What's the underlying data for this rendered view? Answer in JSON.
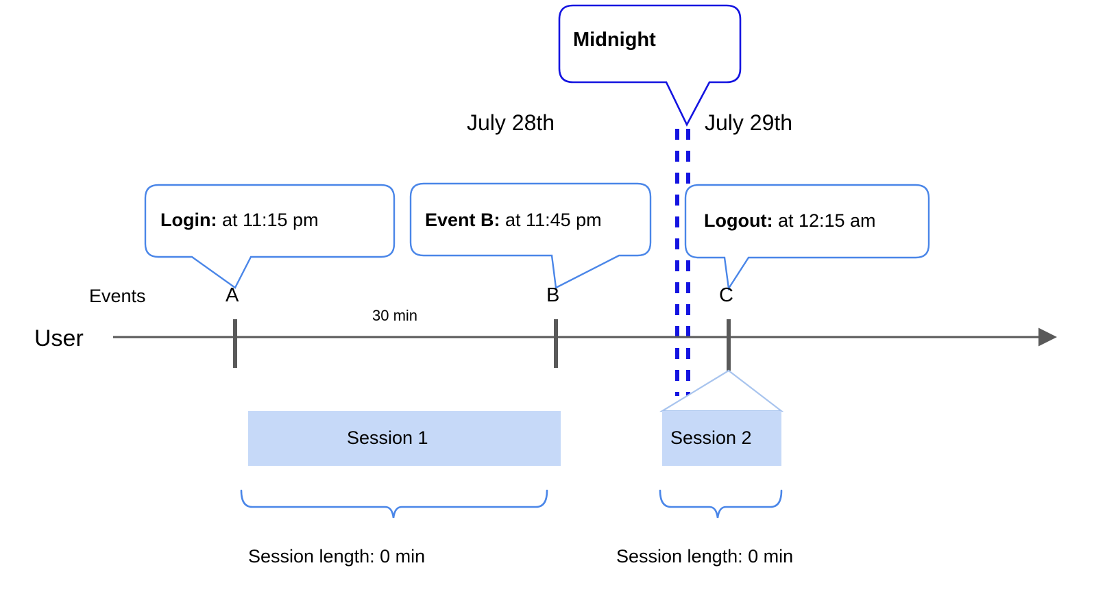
{
  "diagram": {
    "title_callout": {
      "label": "Midnight"
    },
    "dates": [
      {
        "name": "left-date",
        "label": "July 28th"
      },
      {
        "name": "right-date",
        "label": "July 29th"
      }
    ],
    "event_callouts": [
      {
        "name": "login",
        "bold": "Login:",
        "rest": " at 11:15 pm"
      },
      {
        "name": "event-b",
        "bold": "Event B:",
        "rest": " at 11:45 pm"
      },
      {
        "name": "logout",
        "bold": "Logout:",
        "rest": " at 12:15 am"
      }
    ],
    "axis": {
      "row_label": "User",
      "events_label": "Events",
      "event_markers": [
        "A",
        "B",
        "C"
      ],
      "duration_label": "30 min"
    },
    "sessions": [
      {
        "name": "session-1",
        "label": "Session 1",
        "length_label": "Session length: 0 min"
      },
      {
        "name": "session-2",
        "label": "Session 2",
        "length_label": "Session length: 0 min"
      }
    ],
    "colors": {
      "callout_border": "#4a86e8",
      "midnight_border": "#1414e0",
      "midnight_dashes": "#1414e0",
      "session_fill": "#c6d9f8",
      "session_outline": "#a8c4ee",
      "axis": "#595959",
      "brace": "#4a86e8"
    }
  }
}
